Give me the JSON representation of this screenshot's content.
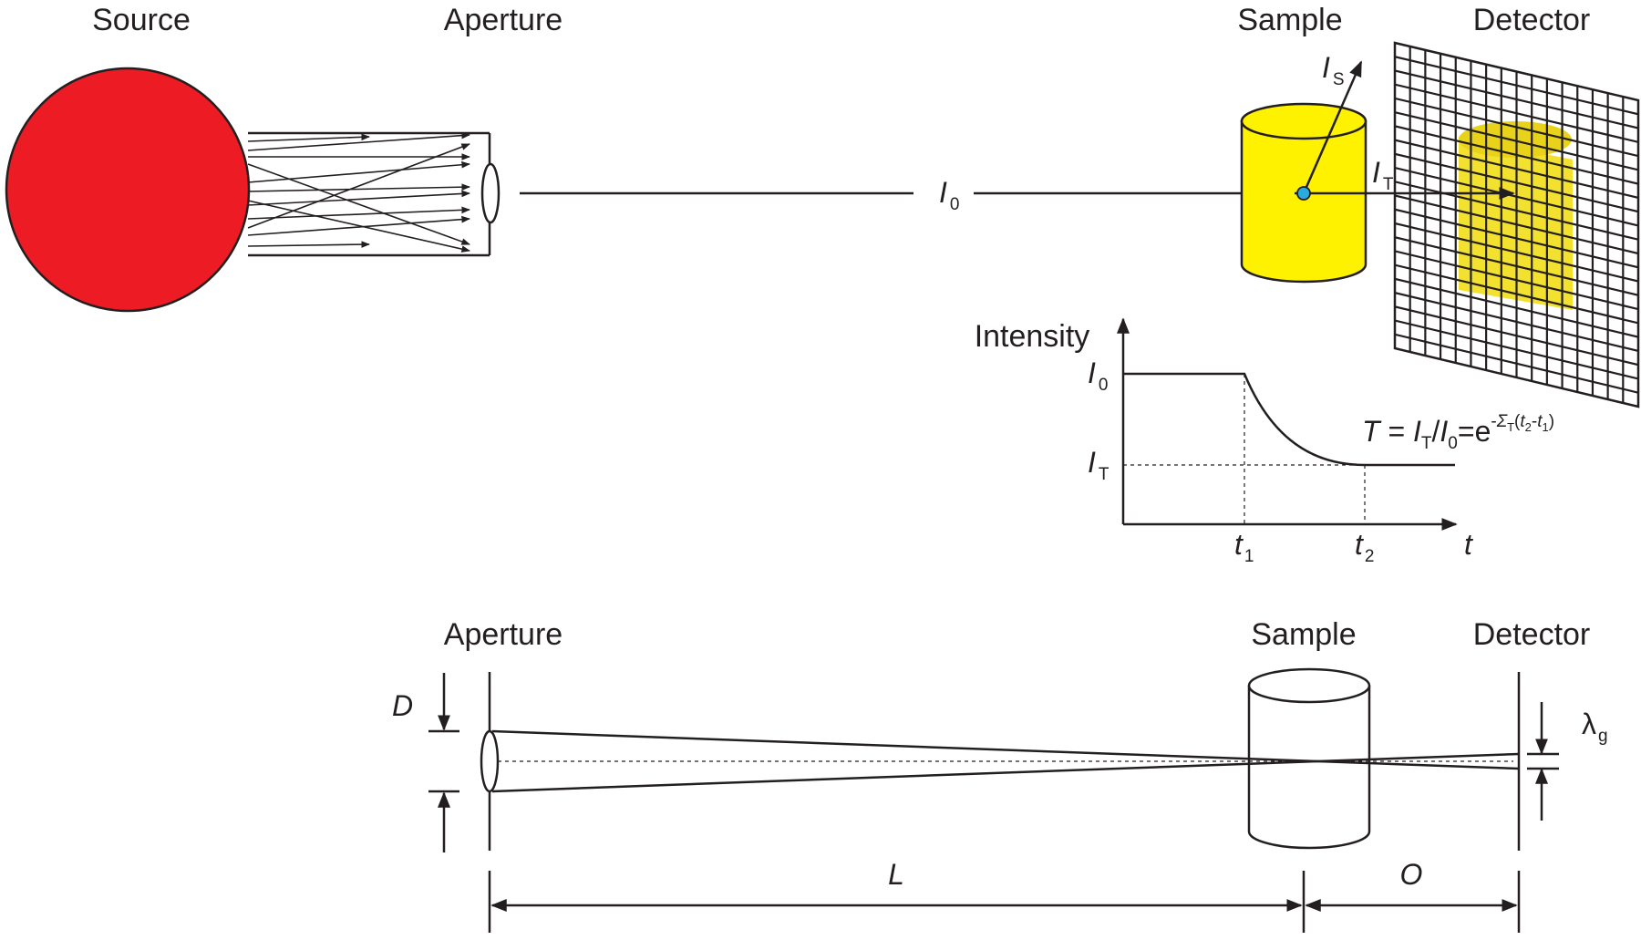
{
  "labels": {
    "source": "Source",
    "aperture_top": "Aperture",
    "sample_top": "Sample",
    "detector_top": "Detector",
    "aperture_bottom": "Aperture",
    "sample_bottom": "Sample",
    "detector_bottom": "Detector"
  },
  "beam": {
    "i0_symbol": "I",
    "i0_sub": "0",
    "is_symbol": "I",
    "is_sub": "S",
    "it_symbol": "I",
    "it_sub": "T"
  },
  "graph": {
    "ylabel": "Intensity",
    "y_i0": "I",
    "y_i0_sub": "0",
    "y_it": "I",
    "y_it_sub": "T",
    "xlabel": "t",
    "t1": "t",
    "t1_sub": "1",
    "t2": "t",
    "t2_sub": "2",
    "formula": {
      "T": "T",
      "eq1": " = ",
      "I": "I",
      "T_sub": "T",
      "slash": "/",
      "I2": "I",
      "zero_sub": "0",
      "eq2": "=e",
      "exp_minus": "-",
      "exp_sigma": "Σ",
      "exp_sigma_sub": "T",
      "exp_open": "(",
      "exp_t2": "t",
      "exp_t2_sub": "2",
      "exp_dash": "-",
      "exp_t1": "t",
      "exp_t1_sub": "1",
      "exp_close": ")"
    }
  },
  "geometry": {
    "D": "D",
    "L": "L",
    "O": "O",
    "lambda": "λ",
    "lambda_sub": "g"
  },
  "colors": {
    "source": "#ed1c24",
    "sample": "#fff200",
    "detector_sample": "#f2de1a",
    "dot": "#29abe2",
    "ink": "#231f20"
  }
}
